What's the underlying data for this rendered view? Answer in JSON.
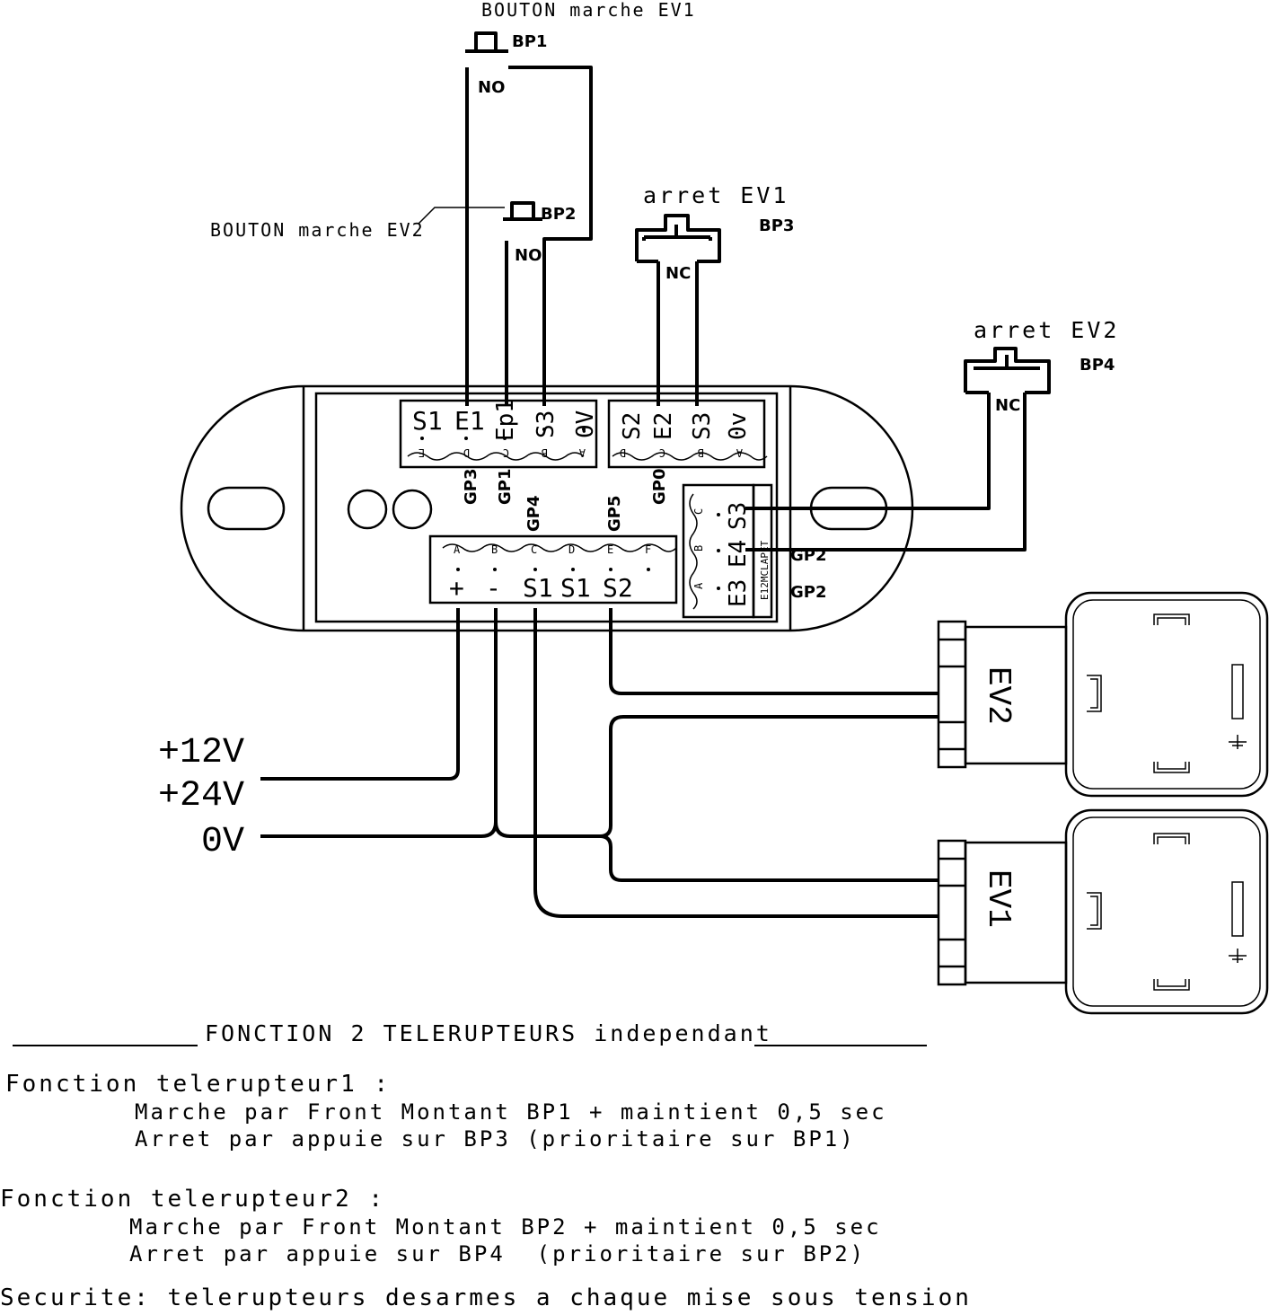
{
  "labels": {
    "bp1_caption": "BOUTON marche EV1",
    "bp1": "BP1",
    "bp1_no": "NO",
    "bp2_caption": "BOUTON marche EV2",
    "bp2": "BP2",
    "bp2_no": "NO",
    "bp3_caption": "arret EV1",
    "bp3": "BP3",
    "bp3_nc": "NC",
    "bp4_caption": "arret EV2",
    "bp4": "BP4",
    "bp4_nc": "NC"
  },
  "terminals_top_left": [
    "S1",
    "E1",
    "Ep1",
    "S3",
    "0V"
  ],
  "terminals_top_left_letters": [
    "E",
    "D",
    "C",
    "B",
    "A"
  ],
  "terminals_top_right": [
    "S2",
    "E2",
    "S3",
    "0v"
  ],
  "terminals_top_right_letters": [
    "D",
    "C",
    "B",
    "A"
  ],
  "terminals_bottom": [
    "+",
    "-",
    "S1",
    "S1",
    "S2"
  ],
  "terminals_bottom_letters": [
    "A",
    "B",
    "C",
    "D",
    "E",
    "F"
  ],
  "terminals_side": [
    "S3",
    "E4",
    "E3"
  ],
  "terminals_side_letters": [
    "C",
    "B",
    "A"
  ],
  "side_module_label": "E12MCLAPET",
  "gp_labels": [
    "GP3",
    "GP1",
    "GP4",
    "GP0",
    "GP5",
    "GP2",
    "GP2"
  ],
  "supply_labels": [
    "+12V",
    "+24V",
    "0V"
  ],
  "valves": [
    "EV2",
    "EV1"
  ],
  "notes": {
    "title": "FONCTION 2 TELERUPTEURS independant",
    "f1_head": "Fonction telerupteur1 :",
    "f1_line1": "Marche par Front Montant BP1 + maintient 0,5 sec",
    "f1_line2": "Arret par appuie sur BP3 (prioritaire sur BP1)",
    "f2_head": "Fonction telerupteur2 :",
    "f2_line1": "Marche par Front Montant BP2 + maintient 0,5 sec",
    "f2_line2": "Arret par appuie sur BP4  (prioritaire sur BP2)",
    "safety": "Securite: telerupteurs desarmes a chaque mise sous tension"
  }
}
